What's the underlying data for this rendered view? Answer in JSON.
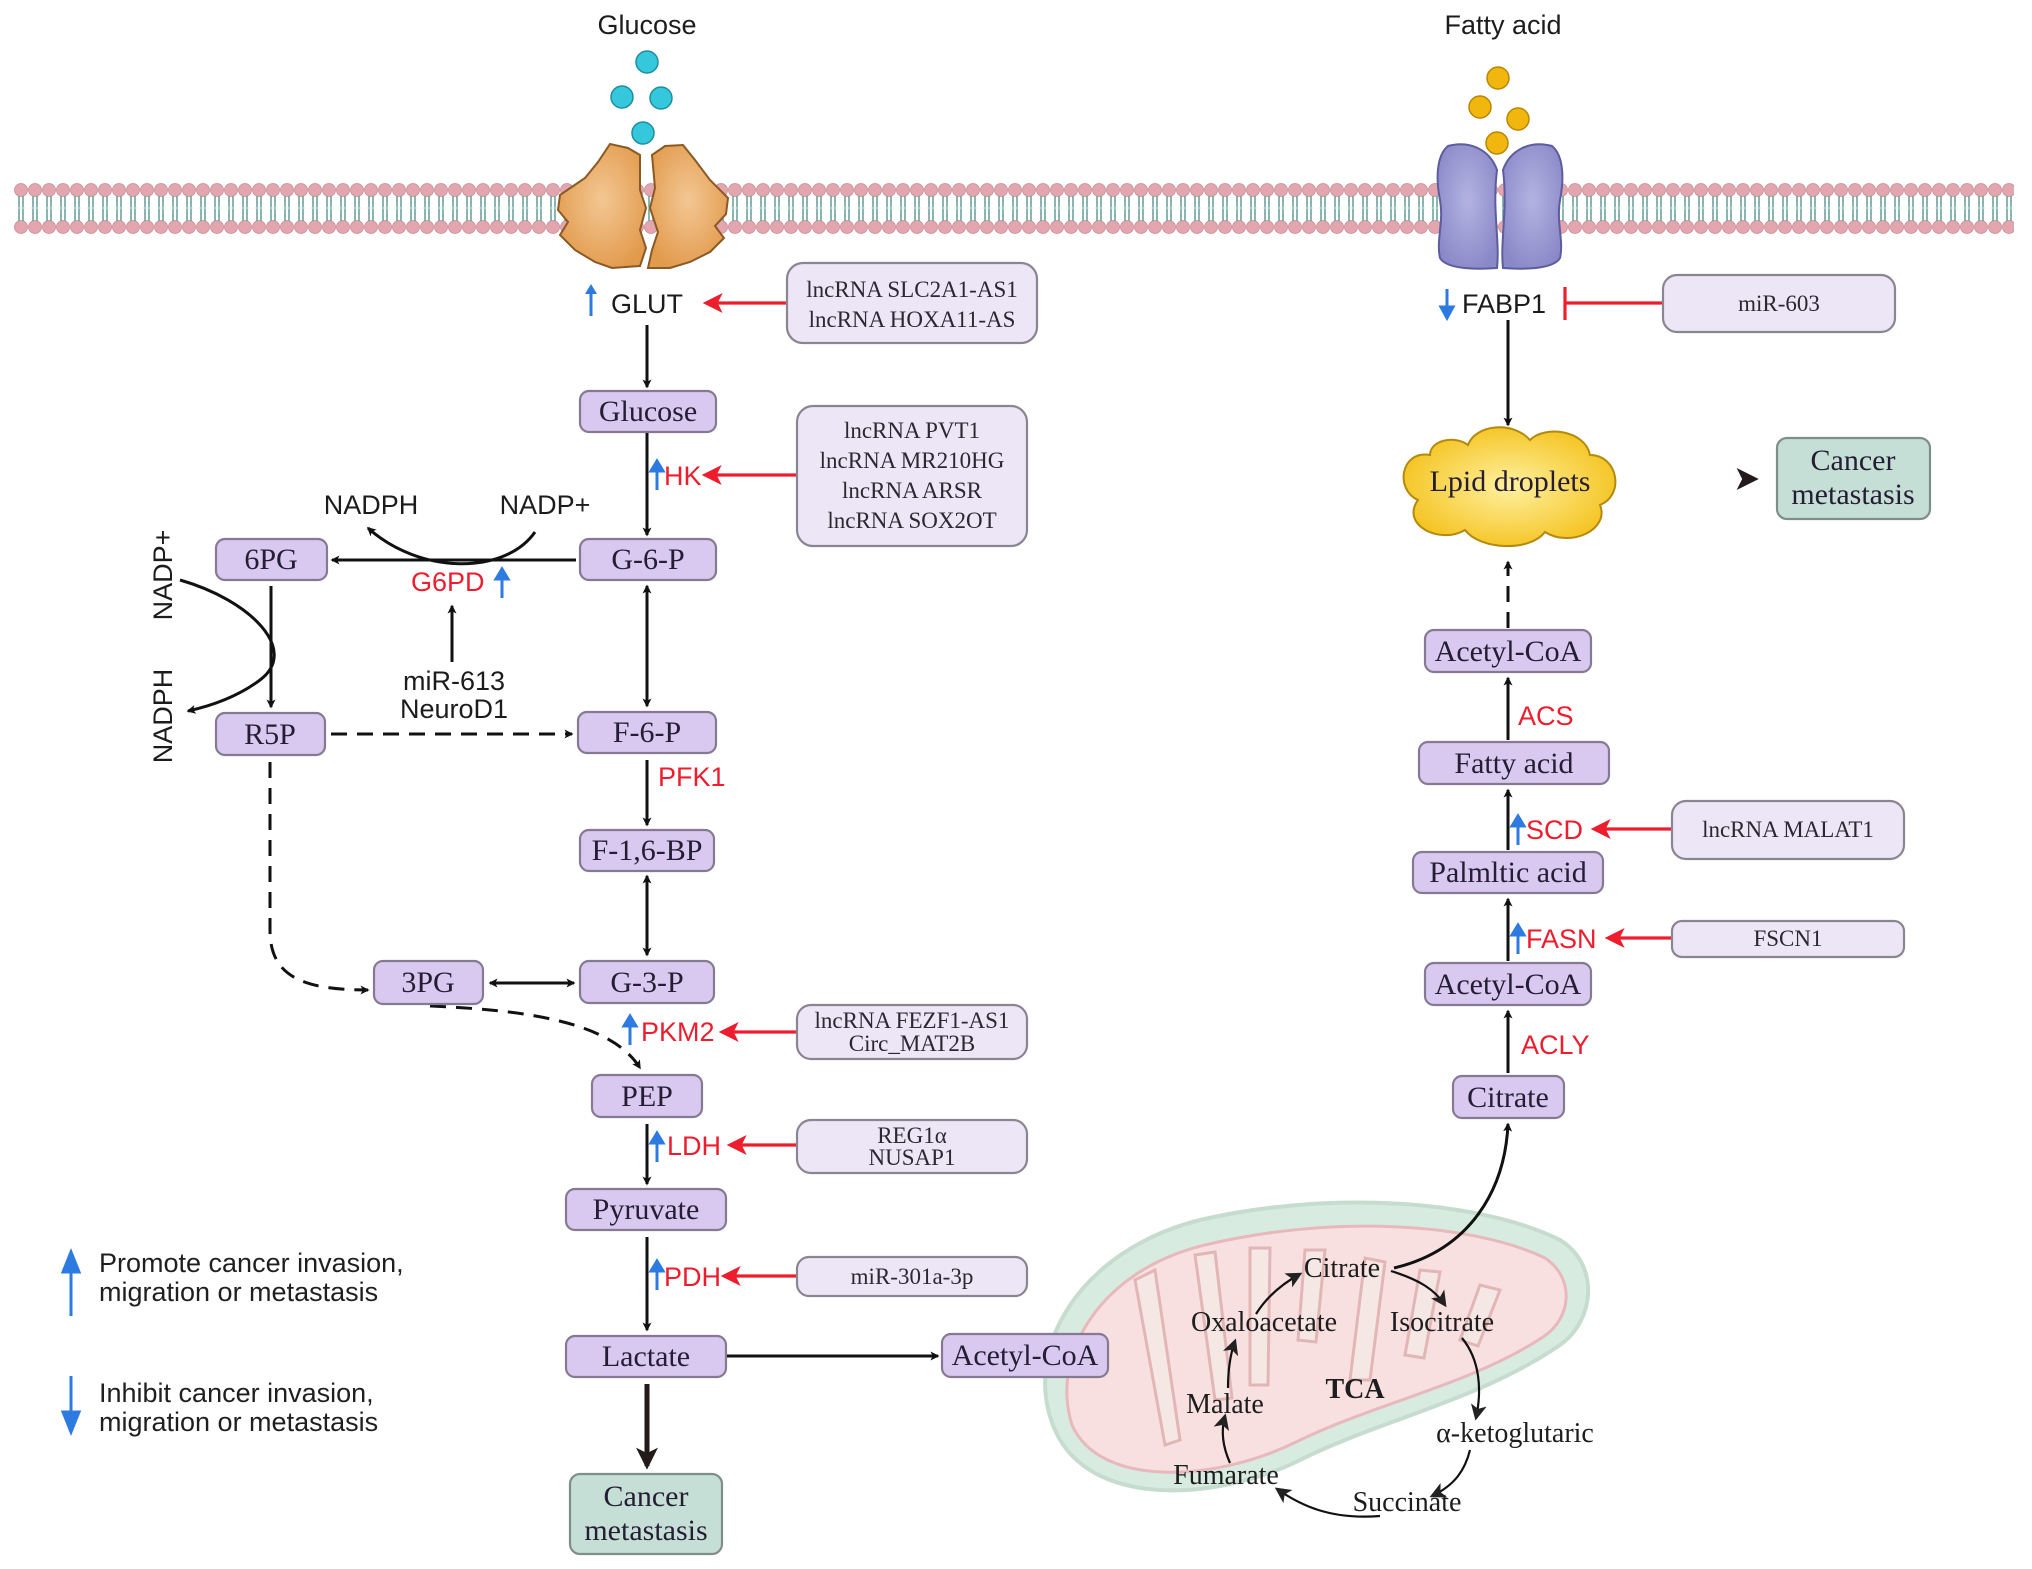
{
  "top_labels": {
    "glucose_source": "Glucose",
    "fatty_acid_source": "Fatty acid"
  },
  "transporters": {
    "glut": {
      "label": "GLUT",
      "direction": "up"
    },
    "fabp1": {
      "label": "FABP1",
      "direction": "down"
    }
  },
  "glycolysis": {
    "glucose": "Glucose",
    "g6p": "G-6-P",
    "f6p": "F-6-P",
    "f16bp": "F-1,6-BP",
    "g3p": "G-3-P",
    "pep": "PEP",
    "pyruvate": "Pyruvate",
    "lactate": "Lactate",
    "acetyl_coa": "Acetyl-CoA",
    "cancer_metastasis": [
      "Cancer",
      "metastasis"
    ]
  },
  "pentose_phosphate": {
    "pg6": "6PG",
    "r5p": "R5P",
    "pg3": "3PG",
    "nadph_top": "NADPH",
    "nadp_top": "NADP+",
    "nadp_left": "NADP+",
    "nadph_left": "NADPH",
    "regulators": [
      "miR-613",
      "NeuroD1"
    ]
  },
  "enzymes": {
    "hk": {
      "label": "HK",
      "up": true
    },
    "g6pd": {
      "label": "G6PD",
      "up": true
    },
    "pfk1": {
      "label": "PFK1",
      "up": false
    },
    "pkm2": {
      "label": "PKM2",
      "up": true
    },
    "ldh": {
      "label": "LDH",
      "up": true
    },
    "pdh": {
      "label": "PDH",
      "up": true
    },
    "acs": {
      "label": "ACS",
      "up": false
    },
    "scd": {
      "label": "SCD",
      "up": true
    },
    "fasn": {
      "label": "FASN",
      "up": true
    },
    "acly": {
      "label": "ACLY",
      "up": false
    }
  },
  "regulator_boxes": {
    "glut": [
      "lncRNA SLC2A1-AS1",
      "lncRNA HOXA11-AS"
    ],
    "hk": [
      "lncRNA PVT1",
      "lncRNA MR210HG",
      "lncRNA ARSR",
      "lncRNA SOX2OT"
    ],
    "pkm2": [
      "lncRNA FEZF1-AS1",
      "Circ_MAT2B"
    ],
    "ldh": [
      "REG1α",
      "NUSAP1"
    ],
    "pdh": [
      "miR-301a-3p"
    ],
    "fabp1": [
      "miR-603"
    ],
    "scd": [
      "lncRNA MALAT1"
    ],
    "fasn": [
      "FSCN1"
    ]
  },
  "lipid": {
    "lipid_droplets": "Lpid droplets",
    "acetyl_coa_top": "Acetyl-CoA",
    "fatty_acid": "Fatty acid",
    "palmitic_acid": "Palmltic acid",
    "acetyl_coa_bottom": "Acetyl-CoA",
    "citrate": "Citrate",
    "cancer_metastasis": [
      "Cancer",
      "metastasis"
    ]
  },
  "tca": {
    "center": "TCA",
    "citrate": "Citrate",
    "isocitrate": "Isocitrate",
    "alpha_ketoglutaric": "α-ketoglutaric",
    "succinate": "Succinate",
    "fumarate": "Fumarate",
    "malate": "Malate",
    "oxaloacetate": "Oxaloacetate"
  },
  "legend": {
    "promote": [
      "Promote cancer invasion,",
      "migration or metastasis"
    ],
    "inhibit": [
      "Inhibit cancer invasion,",
      "migration or metastasis"
    ]
  },
  "colors": {
    "node_fill": "#d9c8ef",
    "regulator_fill": "#ece6f6",
    "outcome_fill": "#c5dfd6",
    "enzyme_red": "#ee1d2e",
    "arrow_blue": "#2d7be0",
    "glucose_dot": "#35c8dc",
    "fatty_acid_dot": "#f2b70f",
    "glut_protein": "#e7a55a",
    "fa_protein": "#9b9bd4",
    "lipid_droplet": "#f5c51a",
    "membrane_head": "#e3a5ae",
    "membrane_tail": "#6aa59e"
  }
}
